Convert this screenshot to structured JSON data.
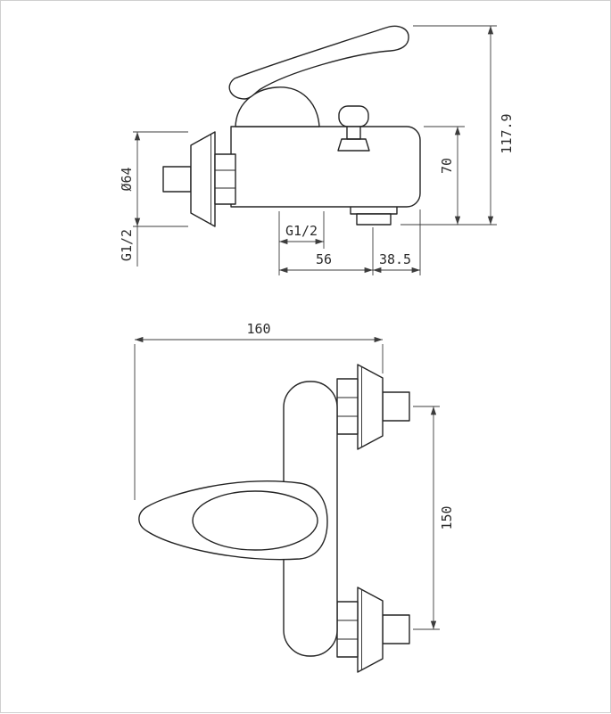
{
  "drawing": {
    "side_view": {
      "flange_diameter": "Ø64",
      "wall_thread": "G1/2",
      "total_height": "117.9",
      "body_height": "70",
      "outlet_thread": "G1/2",
      "body_to_outlet": "56",
      "outlet_to_end": "38.5"
    },
    "front_view": {
      "total_width": "160",
      "mount_distance": "150"
    }
  }
}
